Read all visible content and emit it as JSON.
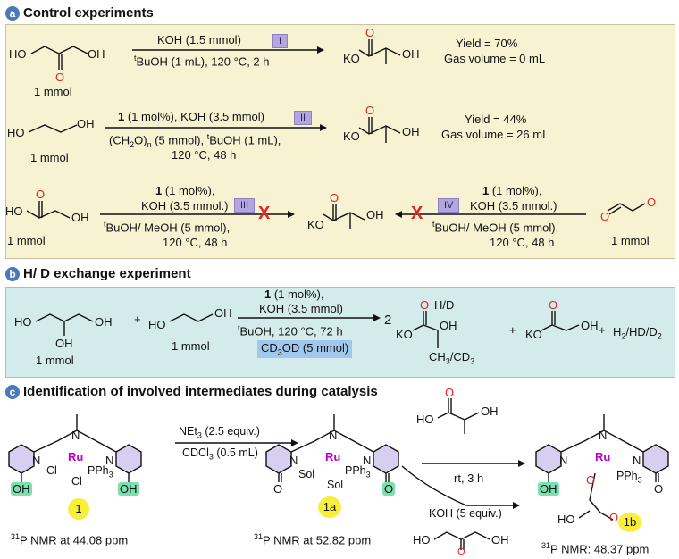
{
  "colors": {
    "panel_a": "#f6f2d2",
    "panel_b": "#d4ebeb",
    "roman_badge": "#b4a6dc",
    "red_x": "#e0261f",
    "cd3od_highlight": "#9fc8ec",
    "oh_highlight": "#7be0b0",
    "complex_number": "#f8ef3a",
    "ru_color": "#c100c8",
    "pyridine_fill": "#d7cff0",
    "oxygen_red": "#e0261f"
  },
  "panel_a": {
    "letter": "a",
    "title": "Control experiments",
    "row1": {
      "reagent_top": "KOH (1.5 mmol)",
      "badge": "I",
      "reagent_bottom_sup": "t",
      "reagent_bottom": "BuOH (1 mL), 120 °C, 2 h",
      "substrate_amount": "1 mmol",
      "yield": "Yield = 70%",
      "gas": "Gas volume = 0 mL"
    },
    "row2": {
      "reagent_top_bold": "1",
      "reagent_top": " (1 mol%), KOH (3.5 mmol)",
      "badge": "II",
      "reagent_mid_a": "(CH",
      "reagent_mid_sub1": "2",
      "reagent_mid_b": "O)",
      "reagent_mid_sub2": "n",
      "reagent_mid_c": " (5 mmol), ",
      "reagent_mid_sup": "t",
      "reagent_mid_d": "BuOH (1 mL),",
      "reagent_bottom": "120 °C, 48 h",
      "substrate_amount": "1 mmol",
      "yield": "Yield = 44%",
      "gas": "Gas volume = 26 mL"
    },
    "row3": {
      "left_top_bold": "1",
      "left_top": " (1 mol%),",
      "left_mid": "KOH (3.5 mmol.)",
      "left_badge": "III",
      "left_bottom_sup": "t",
      "left_bottom": "BuOH/ MeOH (5 mmol),",
      "left_bottom2": "120 °C, 48 h",
      "right_top_bold": "1",
      "right_top": " (1 mol%),",
      "right_mid": "KOH (3.5 mmol.)",
      "right_badge": "IV",
      "right_bottom_sup": "t",
      "right_bottom": "BuOH/ MeOH (5 mmol),",
      "right_bottom2": "120 °C, 48 h",
      "left_amount": "1 mmol",
      "right_amount": "1 mmol",
      "x_mark": "X"
    }
  },
  "panel_b": {
    "letter": "b",
    "title": "H/ D exchange experiment",
    "plus": "+",
    "amount1": "1 mmol",
    "amount2": "1 mmol",
    "reagent_top_bold": "1",
    "reagent_top": " (1 mol%),",
    "reagent_mid": "KOH (3.5 mmol)",
    "reagent_bottom_sup": "t",
    "reagent_bottom": "BuOH, 120 °C, 72 h",
    "cd3od_a": "CD",
    "cd3od_sub": "3",
    "cd3od_b": "OD (5 mmol)",
    "coef": "2",
    "hd_label": "H/D",
    "ch3_a": "CH",
    "ch3_sub": "3",
    "ch3_b": "/CD",
    "ch3_sub2": "3",
    "gas_a": "H",
    "gas_sub1": "2",
    "gas_b": "/HD/D",
    "gas_sub2": "2"
  },
  "panel_c": {
    "letter": "c",
    "title": "Identification of involved intermediates during catalysis",
    "step1_top_a": "NEt",
    "step1_top_sub": "3",
    "step1_top_b": " (2.5 equiv.)",
    "step1_bottom_a": "CDCl",
    "step1_bottom_sub": "3",
    "step1_bottom_b": " (0.5 mL)",
    "step2_label": "rt, 3 h",
    "step3_a": "KOH (5 equiv.)",
    "complex1": "1",
    "complex1a": "1a",
    "complex1b": "1b",
    "nmr1_sup": "31",
    "nmr1": "P NMR at 44.08 ppm",
    "nmr1a_sup": "31",
    "nmr1a": "P NMR at 52.82 ppm",
    "nmr1b_sup": "31",
    "nmr1b": "P NMR: 48.37 ppm"
  },
  "atoms": {
    "HO": "HO",
    "OH": "OH",
    "O": "O",
    "KO": "KO",
    "K": "K",
    "N": "N",
    "Ru": "Ru",
    "Cl": "Cl",
    "Sol": "Sol",
    "PPh": "PPh",
    "sub3": "3"
  }
}
